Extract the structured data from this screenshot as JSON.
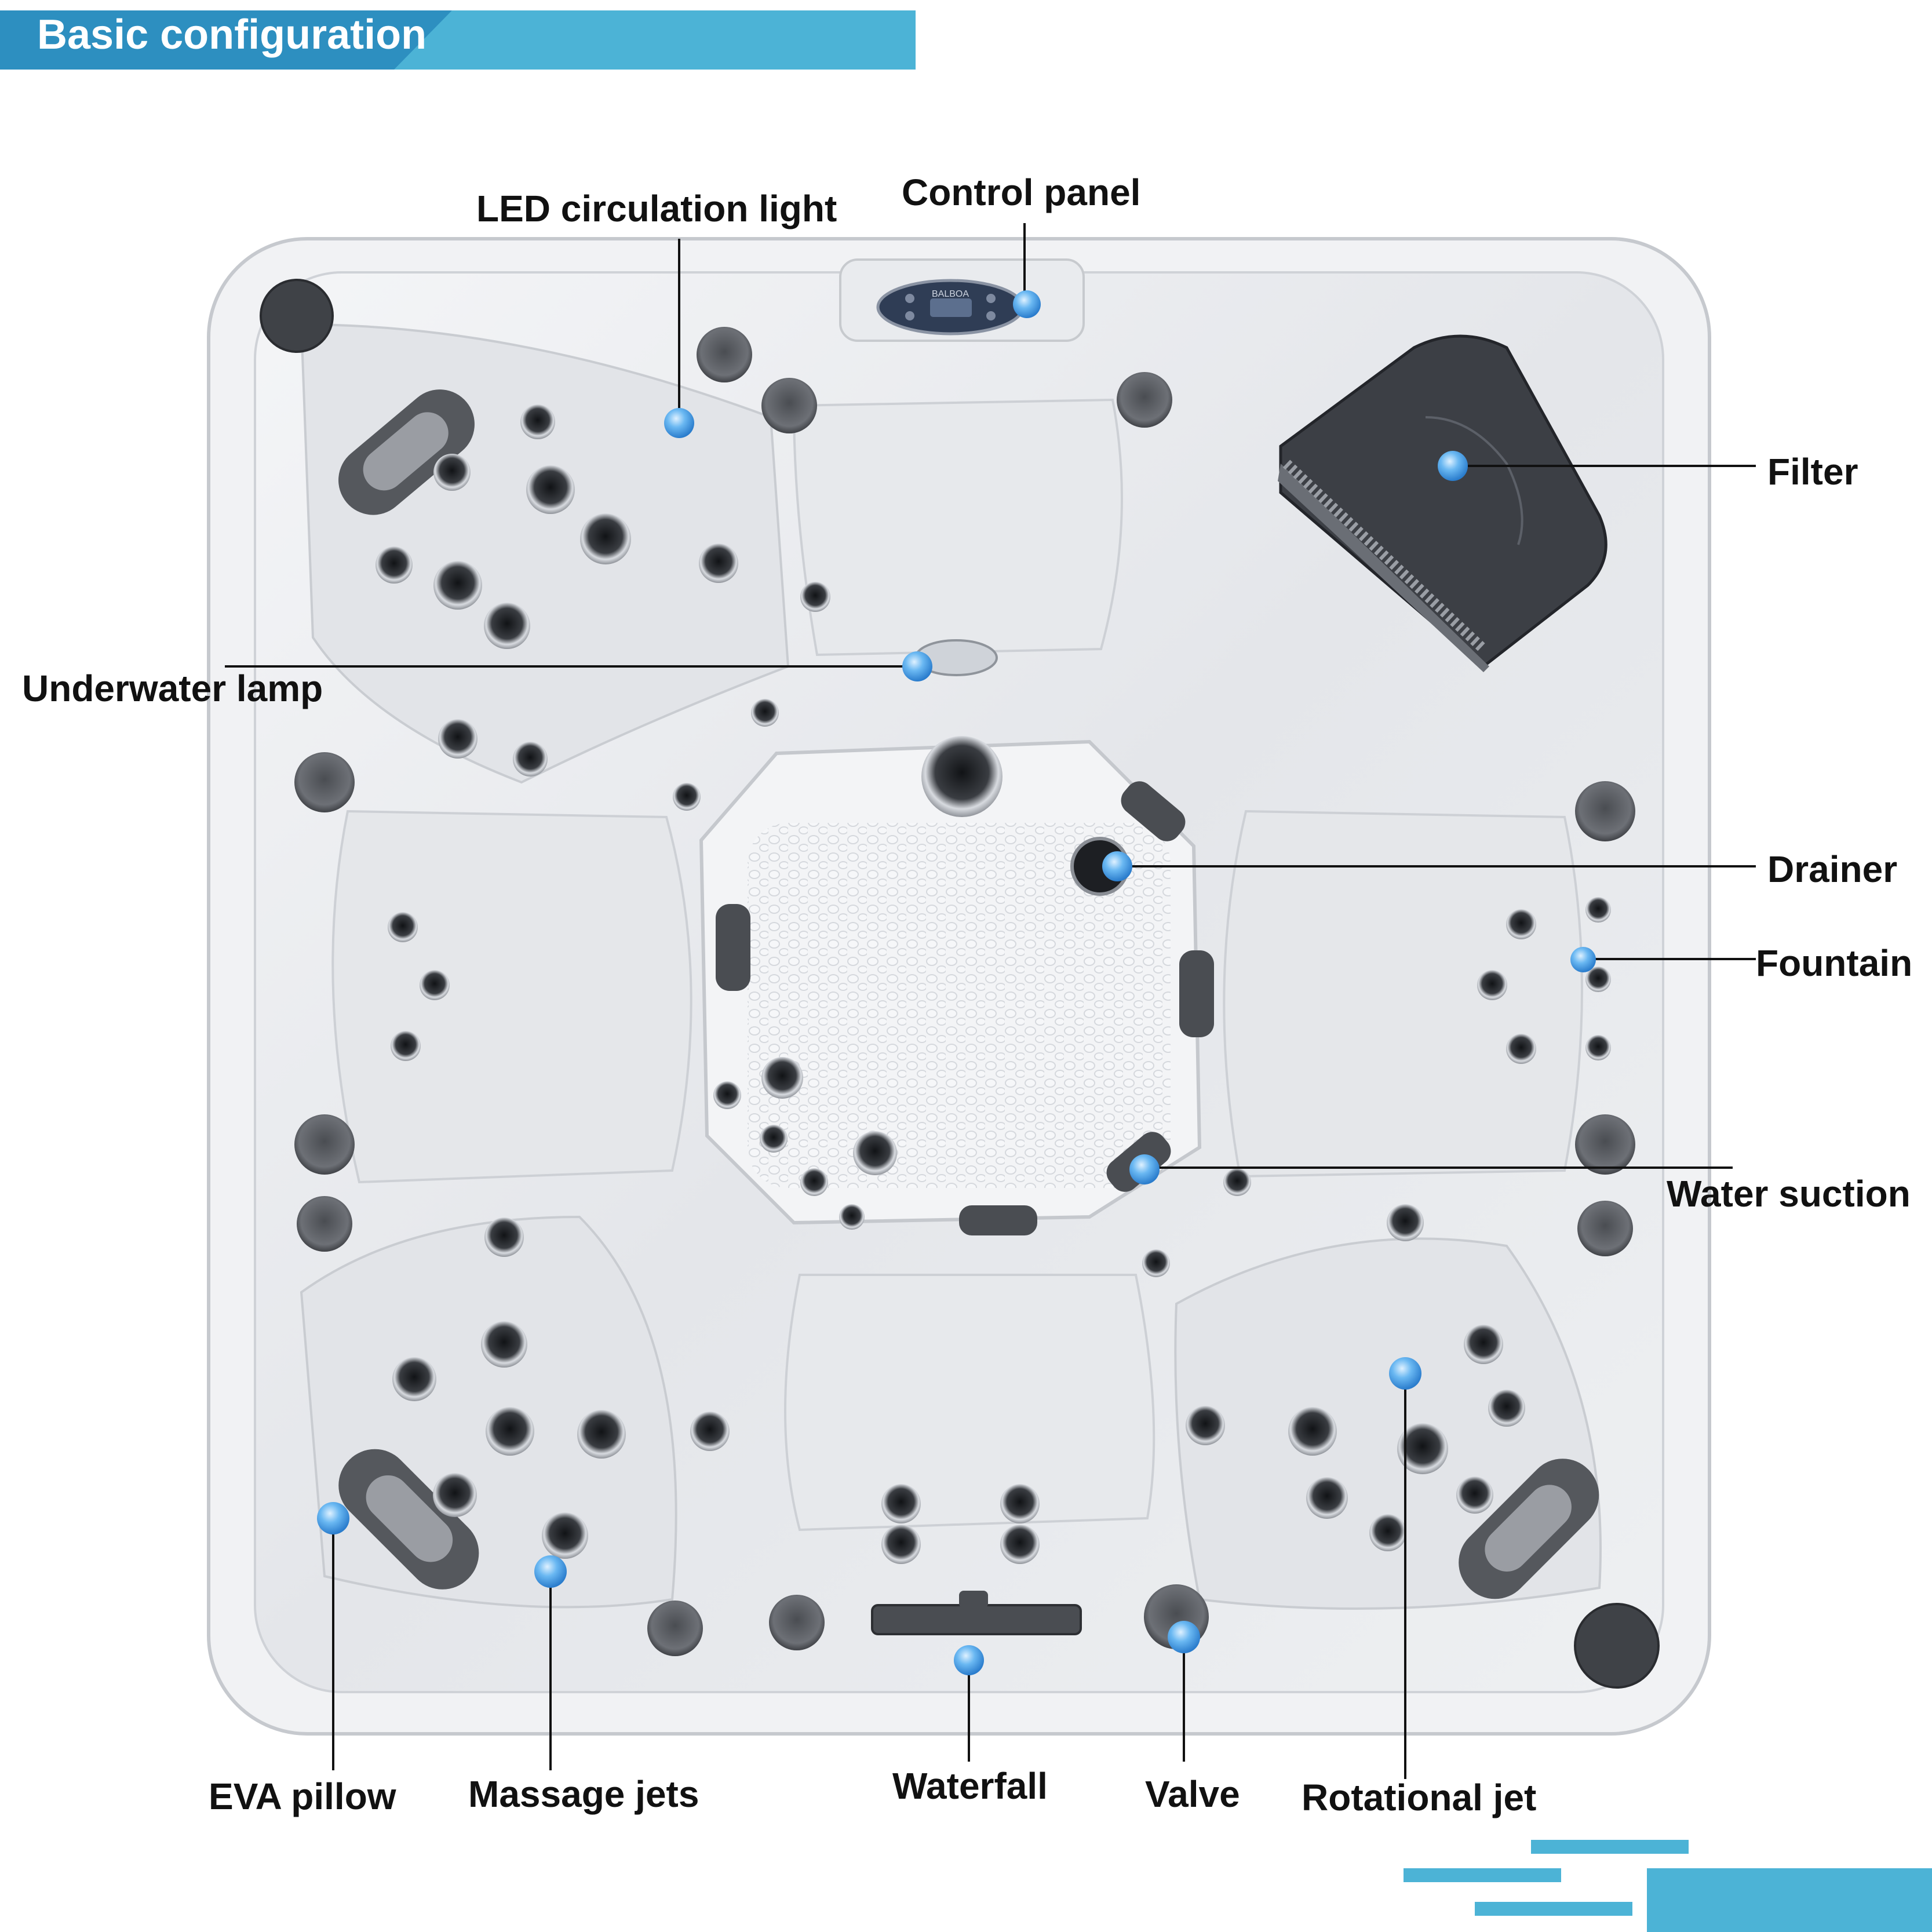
{
  "header": {
    "title": "Basic configuration"
  },
  "colors": {
    "accent_blue": "#4cb3d6",
    "accent_blue_dark": "#2d8fc0",
    "marker_blue": "#6ab8f2",
    "shell": "#ebecef",
    "pillow": "#55585d",
    "jet_dark": "#3a3d42",
    "label_text": "#111111"
  },
  "labels": {
    "led_circulation_light": "LED circulation light",
    "control_panel": "Control panel",
    "filter": "Filter",
    "underwater_lamp": "Underwater lamp",
    "drainer": "Drainer",
    "fountain": "Fountain",
    "water_suction": "Water suction",
    "eva_pillow": "EVA pillow",
    "massage_jets": "Massage jets",
    "waterfall": "Waterfall",
    "valve": "Valve",
    "rotational_jet": "Rotational jet"
  },
  "control_panel_brand": "BALBOA"
}
